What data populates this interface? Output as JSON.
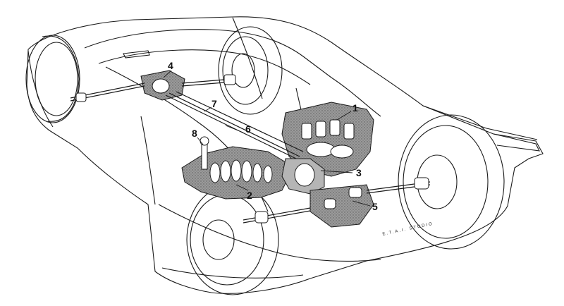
{
  "diagram": {
    "callouts": [
      {
        "id": "1",
        "label": "1"
      },
      {
        "id": "2",
        "label": "2"
      },
      {
        "id": "3",
        "label": "3"
      },
      {
        "id": "4",
        "label": "4"
      },
      {
        "id": "5",
        "label": "5"
      },
      {
        "id": "6",
        "label": "6"
      },
      {
        "id": "7",
        "label": "7"
      },
      {
        "id": "8",
        "label": "8"
      }
    ],
    "credit": "E.T.A.I. STUDIO"
  },
  "colors": {
    "line": "#1a1a1a",
    "shading": "#8c8c8c",
    "paper": "#ffffff"
  }
}
